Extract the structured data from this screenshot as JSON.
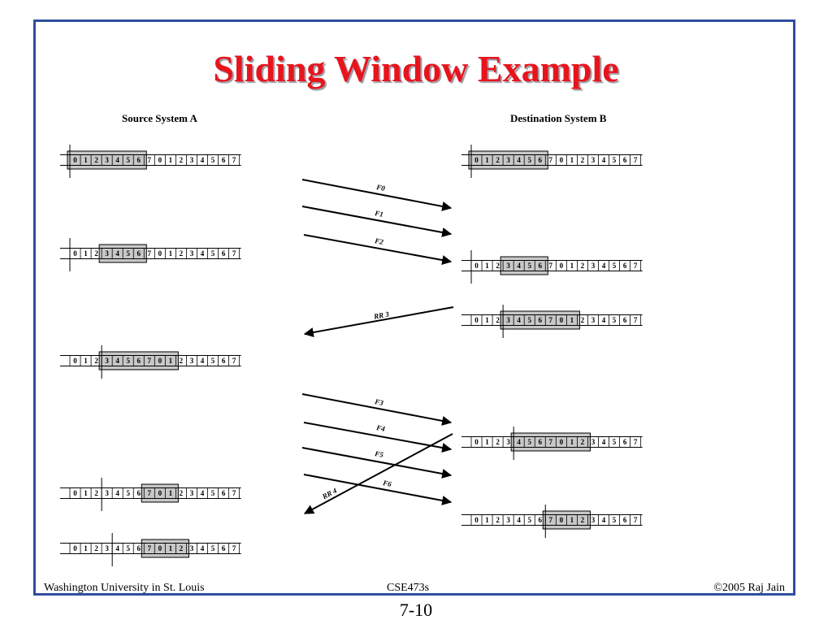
{
  "slide": {
    "title": "Sliding Window Example",
    "footer_left": "Washington University in St. Louis",
    "footer_center": "CSE473s",
    "footer_right": "©2005 Raj Jain",
    "page_number": "7-10"
  },
  "diagram": {
    "source_label": "Source System A",
    "destination_label": "Destination System B",
    "sequence": [
      "0",
      "1",
      "2",
      "3",
      "4",
      "5",
      "6",
      "7",
      "0",
      "1",
      "2",
      "3",
      "4",
      "5",
      "6",
      "7"
    ],
    "colors": {
      "window_fill": "#c8c8c8",
      "frame": "#2e4fa0",
      "title": "#e8141c"
    },
    "source_states": [
      {
        "window_start": 0,
        "window_size": 7,
        "bold_cells": [
          0,
          1,
          2,
          3,
          4,
          5,
          6
        ],
        "vertical_line_after": 0
      },
      {
        "window_start": 3,
        "window_size": 4,
        "bold_cells": [
          3,
          4,
          5,
          6
        ],
        "vertical_line_after": 0
      },
      {
        "window_start": 3,
        "window_size": 7,
        "bold_cells": [
          3,
          4,
          5,
          6,
          7,
          8,
          9
        ],
        "vertical_line_after": 3
      },
      {
        "window_start": 7,
        "window_size": 3,
        "bold_cells": [
          7,
          8,
          9
        ],
        "vertical_line_after": 3
      },
      {
        "window_start": 7,
        "window_size": 4,
        "bold_cells": [
          7,
          8,
          9,
          10
        ],
        "vertical_line_after": 4
      }
    ],
    "destination_states": [
      {
        "window_start": 0,
        "window_size": 7,
        "bold_cells": [
          0,
          1,
          2,
          3,
          4,
          5,
          6
        ],
        "vertical_line_after": 0
      },
      {
        "window_start": 3,
        "window_size": 4,
        "bold_cells": [
          3,
          4,
          5,
          6
        ],
        "vertical_line_after": 0
      },
      {
        "window_start": 3,
        "window_size": 7,
        "bold_cells": [
          3,
          4,
          5,
          6,
          7,
          8,
          9
        ],
        "vertical_line_after": 3
      },
      {
        "window_start": 4,
        "window_size": 7,
        "bold_cells": [
          4,
          5,
          6,
          7,
          8,
          9,
          10
        ],
        "vertical_line_after": 4
      },
      {
        "window_start": 7,
        "window_size": 4,
        "bold_cells": [
          7,
          8,
          9,
          10
        ],
        "vertical_line_after": 7
      }
    ],
    "messages": [
      {
        "label": "F0",
        "direction": "A-to-B"
      },
      {
        "label": "F1",
        "direction": "A-to-B"
      },
      {
        "label": "F2",
        "direction": "A-to-B"
      },
      {
        "label": "RR 3",
        "direction": "B-to-A"
      },
      {
        "label": "F3",
        "direction": "A-to-B"
      },
      {
        "label": "F4",
        "direction": "A-to-B"
      },
      {
        "label": "F5",
        "direction": "A-to-B"
      },
      {
        "label": "F6",
        "direction": "A-to-B"
      },
      {
        "label": "RR 4",
        "direction": "B-to-A"
      }
    ]
  }
}
